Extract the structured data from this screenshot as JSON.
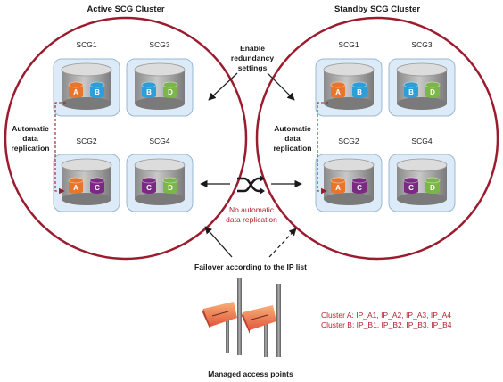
{
  "clusters": {
    "active": {
      "title": "Active SCG Cluster",
      "replication_label": [
        "Automatic",
        "data",
        "replication"
      ],
      "nodes": [
        {
          "name": "SCG1",
          "disks": [
            {
              "letter": "A",
              "color": "#e8752a"
            },
            {
              "letter": "B",
              "color": "#2d9fd8"
            }
          ]
        },
        {
          "name": "SCG3",
          "disks": [
            {
              "letter": "B",
              "color": "#2d9fd8"
            },
            {
              "letter": "D",
              "color": "#7ab648"
            }
          ]
        },
        {
          "name": "SCG2",
          "disks": [
            {
              "letter": "A",
              "color": "#e8752a"
            },
            {
              "letter": "C",
              "color": "#7b2a82"
            }
          ]
        },
        {
          "name": "SCG4",
          "disks": [
            {
              "letter": "C",
              "color": "#7b2a82"
            },
            {
              "letter": "D",
              "color": "#7ab648"
            }
          ]
        }
      ]
    },
    "standby": {
      "title": "Standby SCG Cluster",
      "replication_label": [
        "Automatic",
        "data",
        "replication"
      ],
      "nodes": [
        {
          "name": "SCG1",
          "disks": [
            {
              "letter": "A",
              "color": "#e8752a"
            },
            {
              "letter": "B",
              "color": "#2d9fd8"
            }
          ]
        },
        {
          "name": "SCG3",
          "disks": [
            {
              "letter": "B",
              "color": "#2d9fd8"
            },
            {
              "letter": "D",
              "color": "#7ab648"
            }
          ]
        },
        {
          "name": "SCG2",
          "disks": [
            {
              "letter": "A",
              "color": "#e8752a"
            },
            {
              "letter": "C",
              "color": "#7b2a82"
            }
          ]
        },
        {
          "name": "SCG4",
          "disks": [
            {
              "letter": "C",
              "color": "#7b2a82"
            },
            {
              "letter": "D",
              "color": "#7ab648"
            }
          ]
        }
      ]
    }
  },
  "labels": {
    "enable_redundancy": [
      "Enable",
      "redundancy",
      "settings"
    ],
    "no_replication": [
      "No automatic",
      "data replication"
    ],
    "failover": "Failover according to the IP list",
    "access_points": "Managed access points",
    "cluster_a_ips": "Cluster A: IP_A1, IP_A2, IP_A3, IP_A4",
    "cluster_b_ips": "Cluster B: IP_B1, IP_B2, IP_B3, IP_B4"
  },
  "colors": {
    "cluster_ring": "#9b1c2e",
    "node_fill": "#dcebf7",
    "node_border": "#98b8d4",
    "red_text": "#b41f30"
  }
}
